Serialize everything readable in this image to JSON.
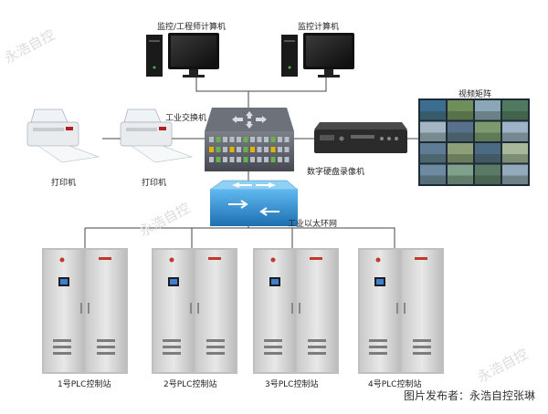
{
  "labels": {
    "workstation_engineer": "监控/工程师计算机",
    "workstation_monitor": "监控计算机",
    "industrial_switch": "工业交换机",
    "video_wall": "视频矩阵",
    "printer_1": "打印机",
    "printer_2": "打印机",
    "nvr": "数字硬盘录像机",
    "ethernet_ring": "工业以太环网",
    "plc_stations": [
      "1号PLC控制站",
      "2号PLC控制站",
      "3号PLC控制站",
      "4号PLC控制站"
    ]
  },
  "watermarks": [
    "永浩自控",
    "永浩自控",
    "永浩自控"
  ],
  "credit": "图片发布者：永浩自控张琳",
  "colors": {
    "line": "#444444",
    "cabinet": "#d9d9d9",
    "cabinet_shadow": "#b8b8b8",
    "switch_body": "#5a5e66",
    "ring_switch": "#2f8fd6",
    "accent_red": "#c0392b",
    "monitor": "#1b1b1b"
  },
  "icons": {
    "workstation": "desktop-computer-icon",
    "printer": "printer-icon",
    "switch": "network-switch-icon",
    "nvr": "dvr-icon",
    "video_wall": "video-wall-icon",
    "ring": "ethernet-ring-switch-icon",
    "cabinet": "plc-cabinet-icon"
  }
}
